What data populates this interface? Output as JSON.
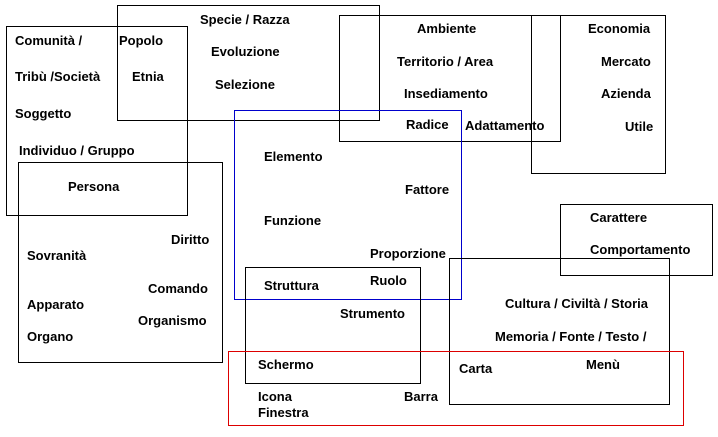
{
  "concepts": {
    "comunita": "Comunità /",
    "popolo": "Popolo",
    "specie_razza": "Specie / Razza",
    "ambiente": "Ambiente",
    "economia": "Economia",
    "evoluzione": "Evoluzione",
    "tribu_societa": "Tribù /Società",
    "etnia": "Etnia",
    "territorio_area": "Territorio / Area",
    "mercato": "Mercato",
    "selezione": "Selezione",
    "insediamento": "Insediamento",
    "azienda": "Azienda",
    "soggetto": "Soggetto",
    "radice": "Radice",
    "adattamento": "Adattamento",
    "utile": "Utile",
    "individuo_gruppo": "Individuo / Gruppo",
    "elemento": "Elemento",
    "persona": "Persona",
    "fattore": "Fattore",
    "carattere": "Carattere",
    "funzione": "Funzione",
    "diritto": "Diritto",
    "comportamento": "Comportamento",
    "sovranita": "Sovranità",
    "proporzione": "Proporzione",
    "ruolo": "Ruolo",
    "comando": "Comando",
    "struttura": "Struttura",
    "apparato": "Apparato",
    "cultura": "Cultura / Civiltà / Storia",
    "strumento": "Strumento",
    "organismo": "Organismo",
    "organo": "Organo",
    "memoria": "Memoria / Fonte / Testo /",
    "schermo": "Schermo",
    "menu": "Menù",
    "carta": "Carta",
    "icona": "Icona",
    "barra": "Barra",
    "finestra": "Finestra"
  },
  "colors": {
    "default_border": "#000000",
    "blue_border": "#0000cc",
    "red_border": "#dd0000"
  }
}
